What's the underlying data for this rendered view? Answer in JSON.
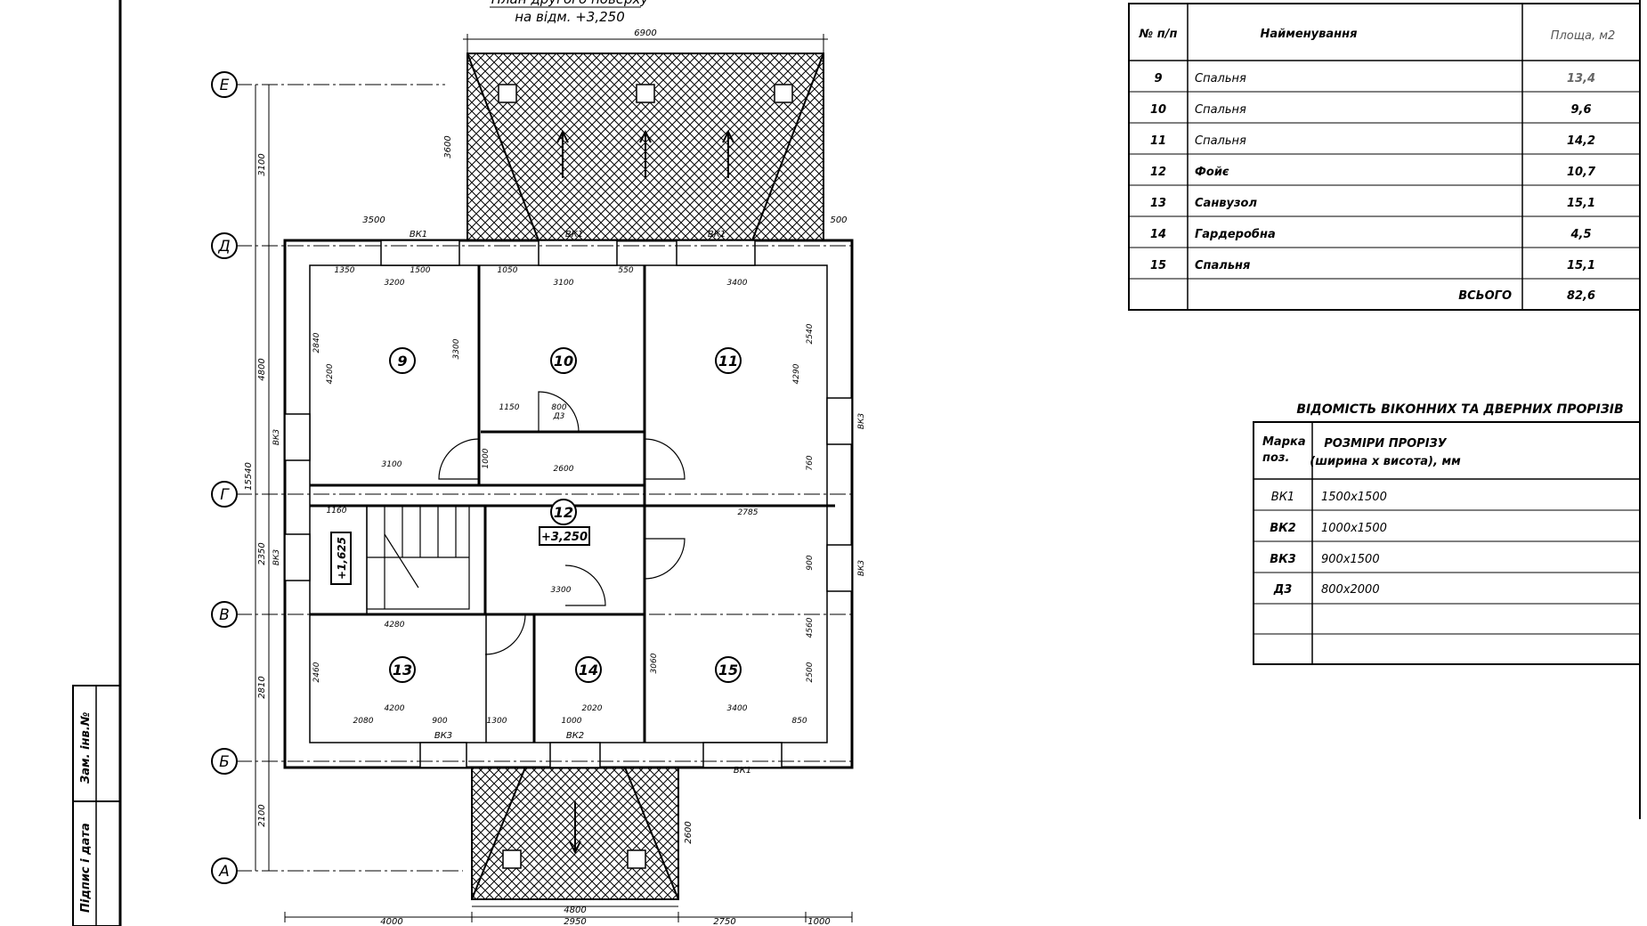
{
  "plan": {
    "title_line1": "План другого поверху",
    "title_line2": "на відм. +3,250",
    "overall_width": "6900",
    "level_stair": "+1,625",
    "level_foyer": "+3,250",
    "axes": [
      "Е",
      "Д",
      "Г",
      "В",
      "Б",
      "А"
    ],
    "rooms": [
      {
        "num": "9"
      },
      {
        "num": "10"
      },
      {
        "num": "11"
      },
      {
        "num": "12"
      },
      {
        "num": "13"
      },
      {
        "num": "14"
      },
      {
        "num": "15"
      }
    ],
    "dims_left": [
      "3100",
      "4800",
      "2350",
      "2810",
      "2100",
      "15540"
    ],
    "dims_bottom": [
      "4000",
      "2950",
      "2750",
      "1000"
    ],
    "dims_bottom_inner": [
      "4800"
    ],
    "dims_top": [
      "3500",
      "500"
    ],
    "dim_roof_top": "3600",
    "dim_roof_bottom": "2600",
    "marks_top": [
      "ВК1",
      "ВК1",
      "ВК1"
    ],
    "marks_bottom": [
      "ВК3",
      "ВК2",
      "ВК1"
    ],
    "marks_side": [
      "ВК3",
      "ВК3",
      "ВК3",
      "ВК3"
    ],
    "door_mark": "Д3",
    "room_dims": [
      "3200",
      "3100",
      "3400",
      "4200",
      "3100",
      "2600",
      "2785",
      "3300",
      "4280",
      "2020",
      "3400",
      "1500",
      "1350",
      "1050",
      "550",
      "800",
      "1150",
      "1160",
      "900",
      "1300",
      "2080",
      "1000",
      "850",
      "2840",
      "4200",
      "3300",
      "2540",
      "4290",
      "4560",
      "3060",
      "2500",
      "2460",
      "1000",
      "760",
      "900"
    ]
  },
  "rooms_table": {
    "headers": [
      "№ п/п",
      "Найменування",
      "Площа, м2"
    ],
    "rows": [
      {
        "n": "9",
        "name": "Спальня",
        "area": "13,4"
      },
      {
        "n": "10",
        "name": "Спальня",
        "area": "9,6"
      },
      {
        "n": "11",
        "name": "Спальня",
        "area": "14,2"
      },
      {
        "n": "12",
        "name": "Фойє",
        "area": "10,7"
      },
      {
        "n": "13",
        "name": "Санвузол",
        "area": "15,1"
      },
      {
        "n": "14",
        "name": "Гардеробна",
        "area": "4,5"
      },
      {
        "n": "15",
        "name": "Спальня",
        "area": "15,1"
      }
    ],
    "total_label": "ВСЬОГО",
    "total_value": "82,6"
  },
  "openings_table": {
    "title": "ВІДОМІСТЬ ВІКОННИХ ТА ДВЕРНИХ ПРОРІЗІВ",
    "header_mark_1": "Марка",
    "header_mark_2": "поз.",
    "header_size_1": "РОЗМІРИ ПРОРІЗУ",
    "header_size_2": "(ширина x висота), мм",
    "rows": [
      {
        "mark": "ВК1",
        "size": "1500x1500"
      },
      {
        "mark": "ВК2",
        "size": "1000x1500"
      },
      {
        "mark": "ВК3",
        "size": "900x1500"
      },
      {
        "mark": "Д3",
        "size": "800x2000"
      }
    ]
  },
  "stamp": {
    "cell1": "Зам. інв.№",
    "cell2": "Підпис і дата"
  }
}
